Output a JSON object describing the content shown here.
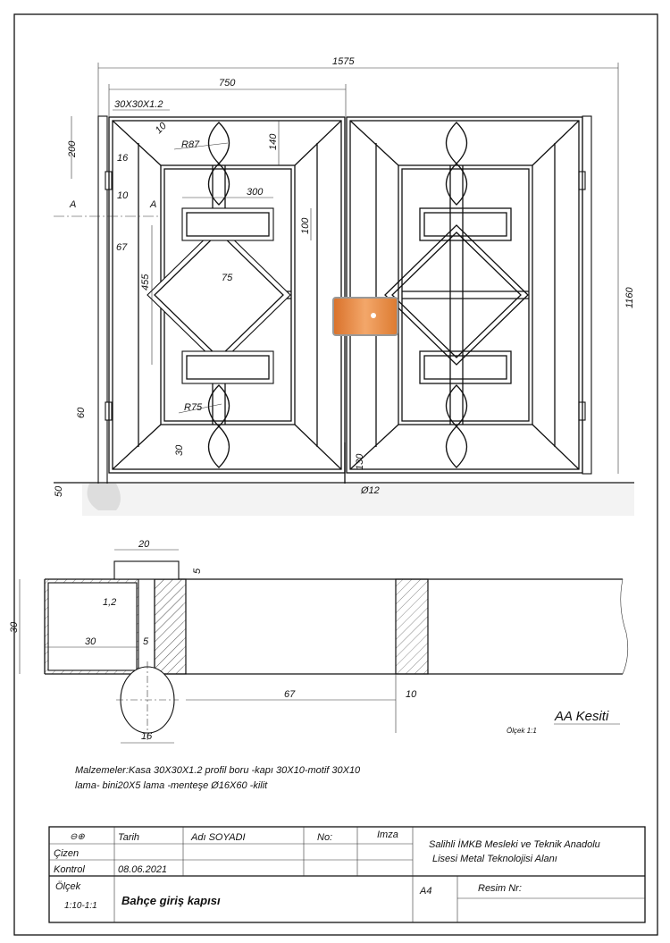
{
  "elevation": {
    "dims": {
      "overall_width": "1575",
      "leaf_width": "750",
      "profile": "30X30X1.2",
      "d200": "200",
      "d10a": "10",
      "d16": "16",
      "r87": "R87",
      "d140": "140",
      "d10b": "10",
      "d300": "300",
      "d100": "100",
      "d67": "67",
      "d455": "455",
      "d75": "75",
      "r75": "R75",
      "d60": "60",
      "d30": "30",
      "d50": "50",
      "d130": "130",
      "dia12": "Ø12",
      "d1160": "1160"
    },
    "section_marks": [
      "A",
      "A"
    ]
  },
  "section": {
    "title": "AA Kesiti",
    "scale": "Ölçek 1:1",
    "dims": {
      "d20": "20",
      "d5top": "5",
      "d30h": "30",
      "d1_2": "1,2",
      "d30w": "30",
      "d5": "5",
      "d67": "67",
      "d10": "10",
      "d16": "16"
    }
  },
  "materials": {
    "line1": "Malzemeler:Kasa 30X30X1.2 profil boru -kapı 30X10-motif 30X10",
    "line2": "lama- bini20X5 lama -menteşe Ø16X60 -kilit"
  },
  "title_block": {
    "projection_symbol": "⊖⊕",
    "tarih": "Tarih",
    "adi_soyadi": "Adı SOYADI",
    "no": "No:",
    "imza": "Imza",
    "cizen": "Çizen",
    "kontrol": "Kontrol",
    "kontrol_date": "08.06.2021",
    "olcek": "Ölçek",
    "olcek_value": "1:10-1:1",
    "drawing_title": "Bahçe giriş kapısı",
    "paper": "A4",
    "resim_nr": "Resim Nr:",
    "school_line1": "Salihli İMKB Mesleki ve Teknik Anadolu",
    "school_line2": "Lisesi Metal Teknolojisi Alanı"
  },
  "colors": {
    "lock": "#e8843a",
    "line": "#111111"
  }
}
